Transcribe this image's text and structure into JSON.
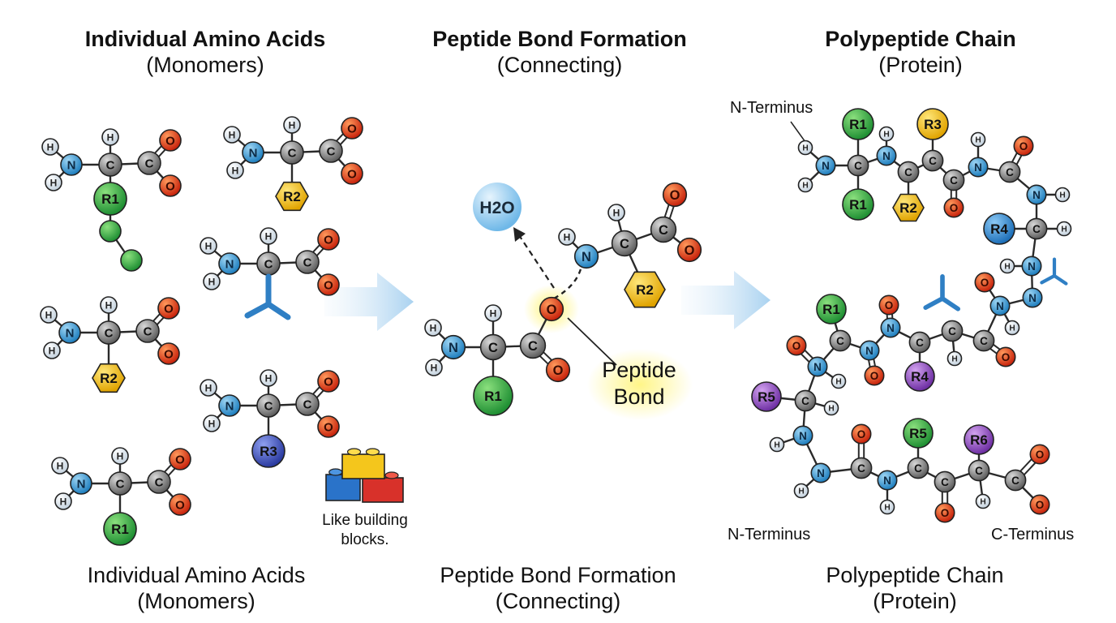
{
  "columns": [
    {
      "title": "Individual Amino Acids",
      "subtitle": "(Monomers)",
      "footer": "Individual Amino Acids",
      "footer_sub": "(Monomers)"
    },
    {
      "title": "Peptide Bond Formation",
      "subtitle": "(Connecting)",
      "footer": "Peptide Bond Formation",
      "footer_sub": "(Connecting)"
    },
    {
      "title": "Polypeptide Chain",
      "subtitle": "(Protein)",
      "footer": "Polypeptide Chain",
      "footer_sub": "(Protein)"
    }
  ],
  "labels": {
    "building_blocks": "Like building blocks.",
    "peptide_bond_line1": "Peptide",
    "peptide_bond_line2": "Bond",
    "water": "H2O",
    "n_terminus_top": "N-Terminus",
    "n_terminus_bottom": "N-Terminus",
    "c_terminus": "C-Terminus"
  },
  "atoms": {
    "hydrogen": "H",
    "nitrogen": "N",
    "carbon": "C",
    "oxygen": "O"
  },
  "r_groups": [
    "R1",
    "R2",
    "R3",
    "R4",
    "R5",
    "R6"
  ],
  "colors": {
    "hydrogen": "#e6eef4",
    "nitrogen": "#3aa0d8",
    "carbon": "#8c8c8c",
    "oxygen": "#e8401c",
    "r1": "#3bb34a",
    "r2": "#f7c21a",
    "r3": "#4a5fc4",
    "r4": "#3a8fd8",
    "r5": "#9a55c9",
    "r6": "#9a55c9",
    "arrow": "#cfe4f4",
    "glow": "#fff27a"
  }
}
